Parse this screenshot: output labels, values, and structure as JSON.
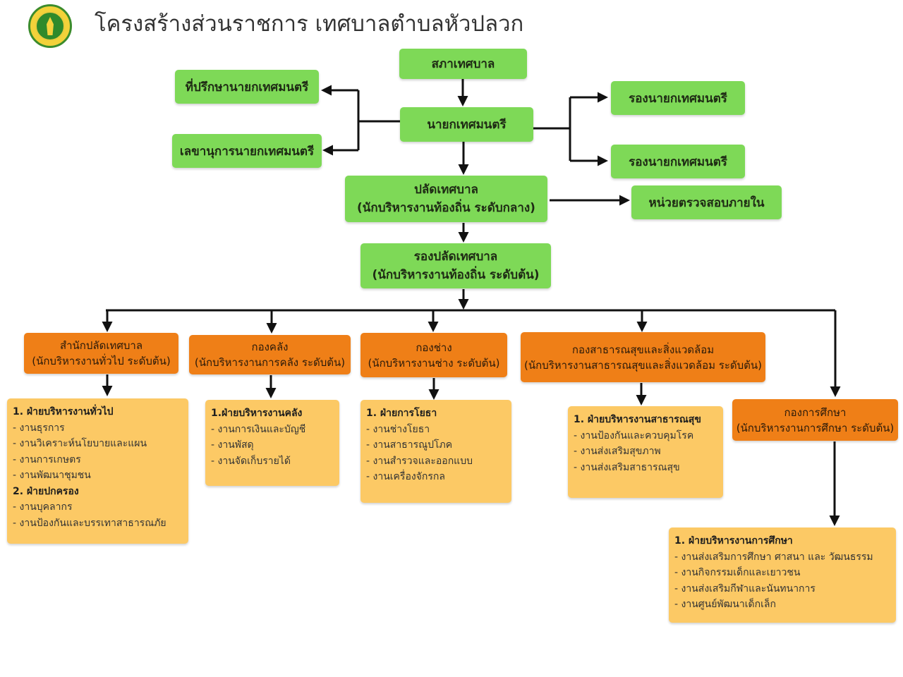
{
  "header": {
    "title": "โครงสร้างส่วนราชการ เทศบาลตำบลหัวปลวก"
  },
  "colors": {
    "executive": "#7ed957",
    "division": "#ef7f17",
    "section": "#fcc965",
    "connector": "#111111"
  },
  "nodes": {
    "council": "สภาเทศบาล",
    "advisor": "ที่ปรึกษานายกเทศมนตรี",
    "mayor": "นายกเทศมนตรี",
    "secretary": "เลขานุการนายกเทศมนตรี",
    "deputy_mayor_1": "รองนายกเทศมนตรี",
    "deputy_mayor_2": "รองนายกเทศมนตรี",
    "clerk_title": "ปลัดเทศบาล",
    "clerk_sub": "(นักบริหารงานท้องถิ่น ระดับกลาง)",
    "audit": "หน่วยตรวจสอบภายใน",
    "deputy_clerk_title": "รองปลัดเทศบาล",
    "deputy_clerk_sub": "(นักบริหารงานท้องถิ่น ระดับต้น)"
  },
  "divisions": [
    {
      "title": "สำนักปลัดเทศบาล",
      "sub": "(นักบริหารงานทั่วไป ระดับต้น)"
    },
    {
      "title": "กองคลัง",
      "sub": "(นักบริหารงานการคลัง ระดับต้น)"
    },
    {
      "title": "กองช่าง",
      "sub": "(นักบริหารงานช่าง ระดับต้น)"
    },
    {
      "title": "กองสาธารณสุขและสิ่งแวดล้อม",
      "sub": "(นักบริหารงานสาธารณสุขและสิ่งแวดล้อม ระดับต้น)"
    },
    {
      "title": "กองการศึกษา",
      "sub": "(นักบริหารงานการศึกษา ระดับต้น)"
    }
  ],
  "sections": [
    {
      "lines": [
        {
          "text": "1. ฝ่ายบริหารงานทั่วไป",
          "heading": true
        },
        {
          "text": "- งานธุรการ"
        },
        {
          "text": "- งานวิเคราะห์นโยบายและแผน"
        },
        {
          "text": "- งานการเกษตร"
        },
        {
          "text": "- งานพัฒนาชุมชน"
        },
        {
          "text": "2. ฝ่ายปกครอง",
          "heading": true
        },
        {
          "text": "- งานบุคลากร"
        },
        {
          "text": "- งานป้องกันและบรรเทาสาธารณภัย"
        }
      ]
    },
    {
      "lines": [
        {
          "text": "1.ฝ่ายบริหารงานคลัง",
          "heading": true
        },
        {
          "text": "- งานการเงินและบัญชี"
        },
        {
          "text": "- งานพัสดุ"
        },
        {
          "text": "- งานจัดเก็บรายได้"
        }
      ]
    },
    {
      "lines": [
        {
          "text": "1. ฝ่ายการโยธา",
          "heading": true
        },
        {
          "text": "- งานช่างโยธา"
        },
        {
          "text": "- งานสาธารณูปโภค"
        },
        {
          "text": "- งานสำรวจและออกแบบ"
        },
        {
          "text": "- งานเครื่องจักรกล"
        }
      ]
    },
    {
      "lines": [
        {
          "text": "1. ฝ่ายบริหารงานสาธารณสุข",
          "heading": true
        },
        {
          "text": "- งานป้องกันและควบคุมโรค"
        },
        {
          "text": "- งานส่งเสริมสุขภาพ"
        },
        {
          "text": "- งานส่งเสริมสาธารณสุข"
        }
      ]
    },
    {
      "lines": [
        {
          "text": "1. ฝ่ายบริหารงานการศึกษา",
          "heading": true
        },
        {
          "text": "- งานส่งเสริมการศึกษา ศาสนา และ วัฒนธรรม"
        },
        {
          "text": "- งานกิจกรรมเด็กและเยาวชน"
        },
        {
          "text": "- งานส่งเสริมกีฬาและนันทนาการ"
        },
        {
          "text": "- งานศูนย์พัฒนาเด็กเล็ก"
        }
      ]
    }
  ]
}
